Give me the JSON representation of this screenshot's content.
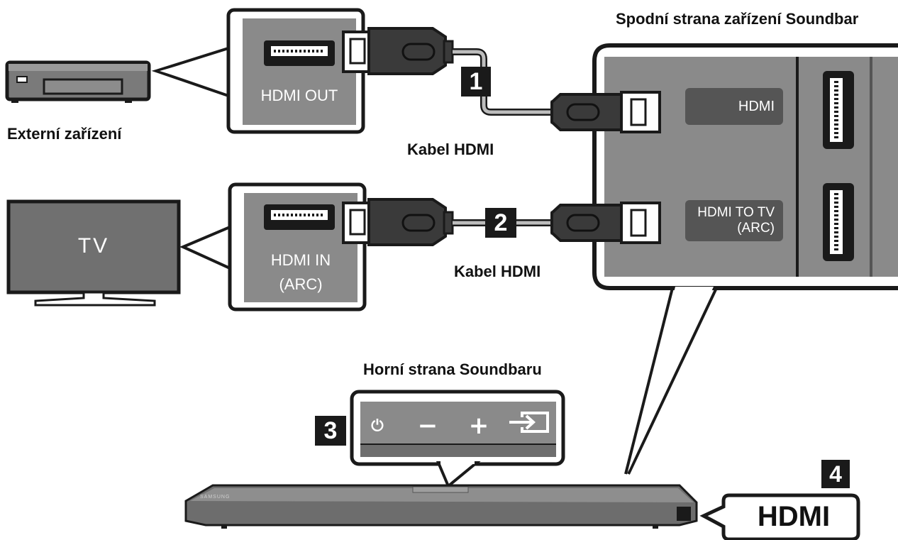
{
  "labels": {
    "bottom_side_title": "Spodní strana zařízení Soundbar",
    "external_device": "Externí zařízení",
    "cable1": "Kabel HDMI",
    "cable2": "Kabel HDMI",
    "top_side_title": "Horní strana Soundbaru",
    "tv": "TV",
    "hdmi_out": "HDMI OUT",
    "hdmi_in_line1": "HDMI IN",
    "hdmi_in_line2": "(ARC)",
    "port_hdmi": "HDMI",
    "port_hdmi_tv_line1": "HDMI TO TV",
    "port_hdmi_tv_line2": "(ARC)",
    "brand": "SAMSUNG",
    "display_hdmi": "HDMI"
  },
  "steps": [
    "1",
    "2",
    "3",
    "4"
  ],
  "buttons": [
    {
      "name": "power-icon",
      "glyph": "⏻"
    },
    {
      "name": "volume-down-icon",
      "glyph": "−"
    },
    {
      "name": "volume-up-icon",
      "glyph": "+"
    },
    {
      "name": "source-icon",
      "glyph": ""
    }
  ],
  "colors": {
    "panel_gray": "#8a8a8a",
    "dark_gray": "#555555",
    "outline": "#1a1a1a",
    "badge": "#1a1a1a",
    "cable_gray": "#bdbdbd"
  }
}
